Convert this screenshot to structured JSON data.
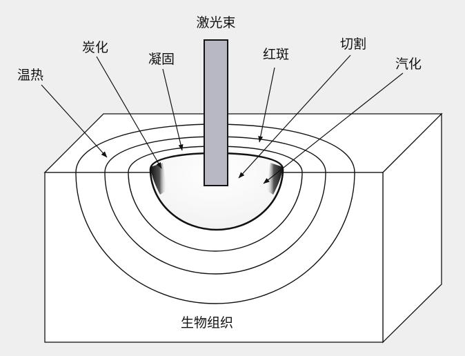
{
  "labels": {
    "laser_beam": "激光束",
    "carbonization": "炭化",
    "coagulation": "凝固",
    "erythema": "红斑",
    "cutting": "切割",
    "vaporization": "汽化",
    "warm_heat": "温热",
    "tissue": "生物组织"
  },
  "colors": {
    "background": "#efefef",
    "block_face": "#ffffff",
    "line": "#111111",
    "beam_fill": "#b8b8c4",
    "char_dark": "#1a1a1a"
  }
}
